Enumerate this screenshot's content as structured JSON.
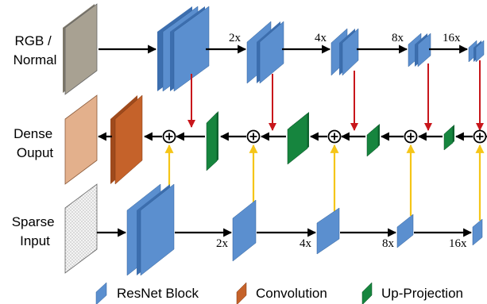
{
  "rows": {
    "rgb": [
      "RGB /",
      "Normal"
    ],
    "dense": [
      "Dense",
      "Ouput"
    ],
    "sparse": [
      "Sparse",
      "Input"
    ]
  },
  "scales": {
    "s2": "2x",
    "s4": "4x",
    "s8": "8x",
    "s16": "16x"
  },
  "legend": {
    "resnet": "ResNet Block",
    "conv": "Convolution",
    "upproj": "Up-Projection"
  },
  "colors": {
    "resnet_front": "#5b8fcf",
    "resnet_side": "#3c6eae",
    "conv_front": "#c5622a",
    "conv_side": "#9f4a1c",
    "upproj_front": "#16853e",
    "upproj_side": "#0f6630",
    "rgb_image": "#a8a192",
    "dense_image": "#e3b08c",
    "sparse_image": "#f2f2f2",
    "skip_arrow": "#c8161b",
    "sparse_arrow": "#f5c518"
  }
}
